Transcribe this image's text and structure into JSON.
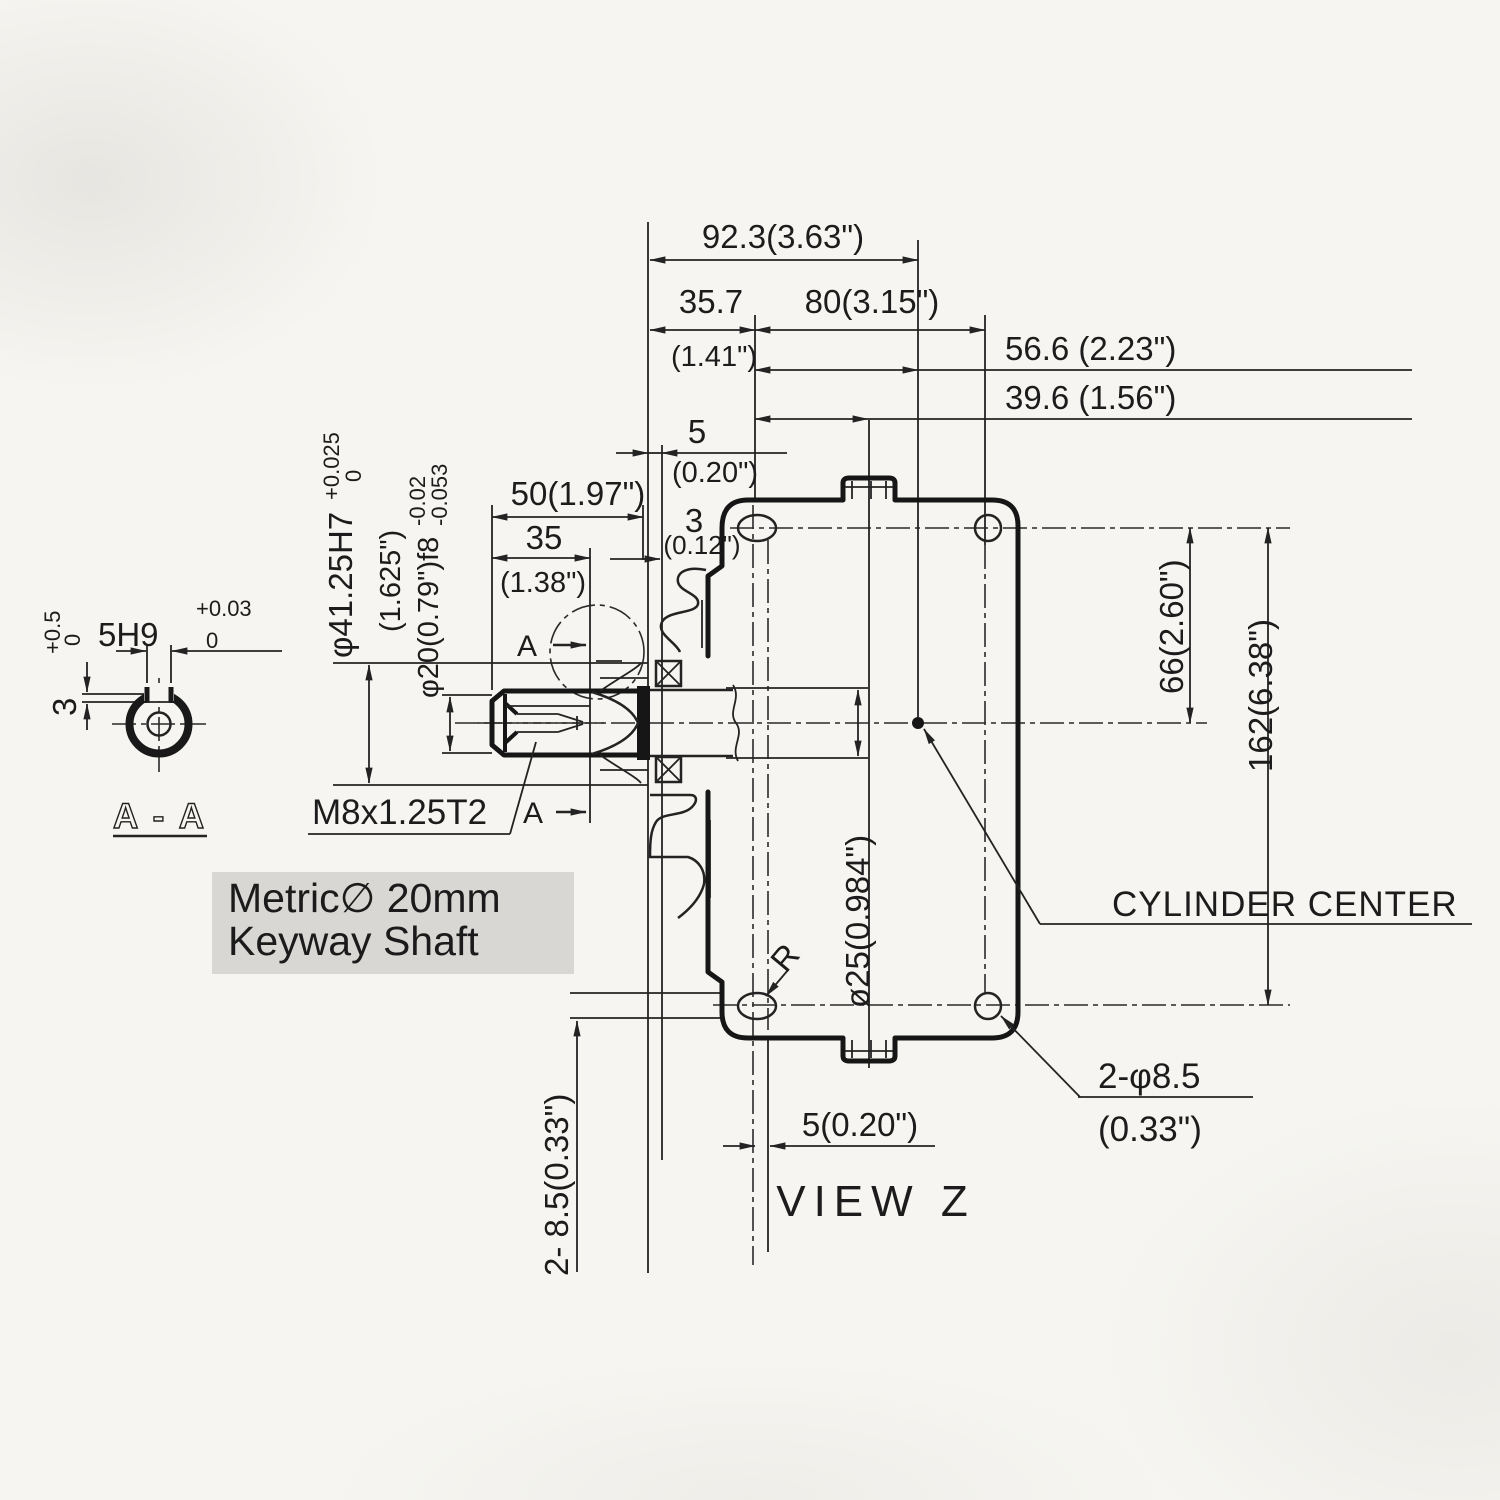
{
  "meta": {
    "bg": "#f6f5f1",
    "ink": "#1c1c1c",
    "badge_bg": "#d8d7d3"
  },
  "labels": {
    "view": "VIEW  Z",
    "section": "A - A",
    "cylinder_center": "CYLINDER CENTER",
    "thread_callout": "M8x1.25T2",
    "radius_callout": "R",
    "section_marker_top": "A",
    "section_marker_bottom": "A",
    "badge_line1": "Metric∅ 20mm",
    "badge_line2": "Keyway Shaft"
  },
  "dimensions": {
    "overall_width": "92.3(3.63\")",
    "face_to_hole": "35.7",
    "face_to_hole_in": "(1.41\")",
    "hole_pitch": "80(3.15\")",
    "hole_to_cylinder": "56.6 (2.23\")",
    "hole_to_bore": "39.6 (1.56\")",
    "gap_5": "5",
    "gap_5_in": "(0.20\")",
    "gap_3": "3",
    "gap_3_in": "(0.12\")",
    "shaft_length": "50(1.97\")",
    "keyway_length": "35",
    "keyway_length_in": "(1.38\")",
    "pilot_dia": "φ41.25H7",
    "pilot_tol_upper": "+0.025",
    "pilot_tol_lower": "0",
    "pilot_dia_in": "(1.625\")",
    "shaft_dia": "φ20(0.79\")f8",
    "shaft_tol_upper": "-0.02",
    "shaft_tol_lower": "-0.053",
    "key_width": "5H9",
    "key_width_tol_upper": "+0.03",
    "key_width_tol_lower": "0",
    "key_depth": "3",
    "key_depth_tol_upper": "+0.5",
    "key_depth_tol_lower": "0",
    "hole_to_center_v": "66(2.60\")",
    "hole_pitch_v": "162(6.38\")",
    "bore_dia": "ø25(0.984\")",
    "mount_holes": "2-φ8.5",
    "mount_holes_in": "(0.33\")",
    "slot_offset": "5(0.20\")",
    "slot_width": "2- 8.5(0.33\")"
  }
}
